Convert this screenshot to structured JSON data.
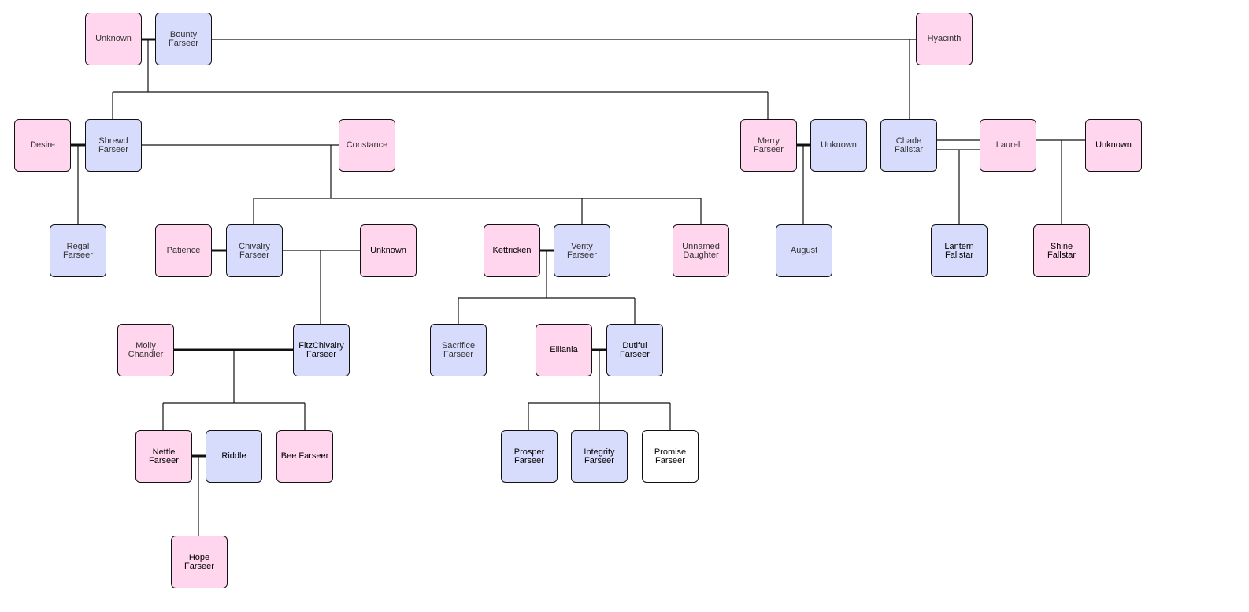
{
  "colors": {
    "female": "#ffd6ee",
    "male": "#d8dcfc",
    "unknown": "#ffffff",
    "line": "#111111"
  },
  "people": {
    "unknown_1": {
      "name": "Unknown",
      "sex": "female"
    },
    "bounty": {
      "name": "Bounty\nFarseer",
      "sex": "male"
    },
    "hyacinth": {
      "name": "Hyacinth",
      "sex": "female"
    },
    "desire": {
      "name": "Desire",
      "sex": "female"
    },
    "shrewd": {
      "name": "Shrewd\nFarseer",
      "sex": "male"
    },
    "constance": {
      "name": "Constance",
      "sex": "female"
    },
    "merry": {
      "name": "Merry\nFarseer",
      "sex": "female"
    },
    "unknown_2": {
      "name": "Unknown",
      "sex": "male"
    },
    "chade": {
      "name": "Chade\nFallstar",
      "sex": "male"
    },
    "laurel": {
      "name": "Laurel",
      "sex": "female"
    },
    "unknown_3": {
      "name": "Unknown",
      "sex": "female"
    },
    "regal": {
      "name": "Regal\nFarseer",
      "sex": "male"
    },
    "patience": {
      "name": "Patience",
      "sex": "female"
    },
    "chivalry": {
      "name": "Chivalry\nFarseer",
      "sex": "male"
    },
    "unknown_4": {
      "name": "Unknown",
      "sex": "female"
    },
    "kettricken": {
      "name": "Kettricken",
      "sex": "female"
    },
    "verity": {
      "name": "Verity\nFarseer",
      "sex": "male"
    },
    "unnamed_daughter": {
      "name": "Unnamed\nDaughter",
      "sex": "female"
    },
    "august": {
      "name": "August",
      "sex": "male"
    },
    "lantern": {
      "name": "Lantern\nFallstar",
      "sex": "male"
    },
    "shine": {
      "name": "Shine\nFallstar",
      "sex": "female"
    },
    "molly": {
      "name": "Molly\nChandler",
      "sex": "female"
    },
    "fitz": {
      "name": "FitzChivalry\nFarseer",
      "sex": "male"
    },
    "sacrifice": {
      "name": "Sacrifice\nFarseer",
      "sex": "male"
    },
    "elliania": {
      "name": "Elliania",
      "sex": "female"
    },
    "dutiful": {
      "name": "Dutiful\nFarseer",
      "sex": "male"
    },
    "nettle": {
      "name": "Nettle\nFarseer",
      "sex": "female"
    },
    "riddle": {
      "name": "Riddle",
      "sex": "male"
    },
    "bee": {
      "name": "Bee Farseer",
      "sex": "female"
    },
    "prosper": {
      "name": "Prosper\nFarseer",
      "sex": "male"
    },
    "integrity": {
      "name": "Integrity\nFarseer",
      "sex": "male"
    },
    "promise": {
      "name": "Promise\nFarseer",
      "sex": "unknown"
    },
    "hope": {
      "name": "Hope\nFarseer",
      "sex": "female"
    }
  }
}
